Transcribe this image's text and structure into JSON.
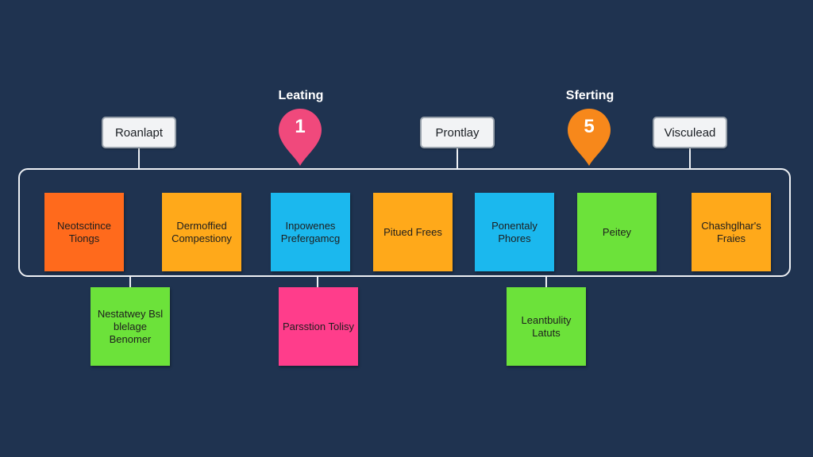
{
  "colors": {
    "background": "#1f3350",
    "orange": "#ff6a1c",
    "amber": "#ffa91a",
    "cyan": "#1bb8ee",
    "green": "#6ce23a",
    "pink": "#ff3d8b",
    "pin_pink": "#f0497c",
    "pin_orange": "#f7881b"
  },
  "labels": [
    "Roanlapt",
    "Prontlay",
    "Visculead"
  ],
  "milestones": [
    {
      "caption": "Leating",
      "number": "1",
      "color": "pin_pink"
    },
    {
      "caption": "Sferting",
      "number": "5",
      "color": "pin_orange"
    }
  ],
  "top_notes": [
    {
      "text": "Neotsctince Tiongs",
      "color": "orange"
    },
    {
      "text": "Dermoffied Compestiony",
      "color": "amber"
    },
    {
      "text": "Inpowenes Prefergamcg",
      "color": "cyan"
    },
    {
      "text": "Pitued Frees",
      "color": "amber"
    },
    {
      "text": "Ponentaly Phores",
      "color": "cyan"
    },
    {
      "text": "Peitey",
      "color": "green"
    },
    {
      "text": "Chashglhar's Fraies",
      "color": "amber"
    }
  ],
  "bottom_notes": [
    {
      "text": "Nestatwey Bsl blelage Benomer",
      "color": "green"
    },
    {
      "text": "Parsstion Tolisy",
      "color": "pink"
    },
    {
      "text": "Leantbulity Latuts",
      "color": "green"
    }
  ]
}
